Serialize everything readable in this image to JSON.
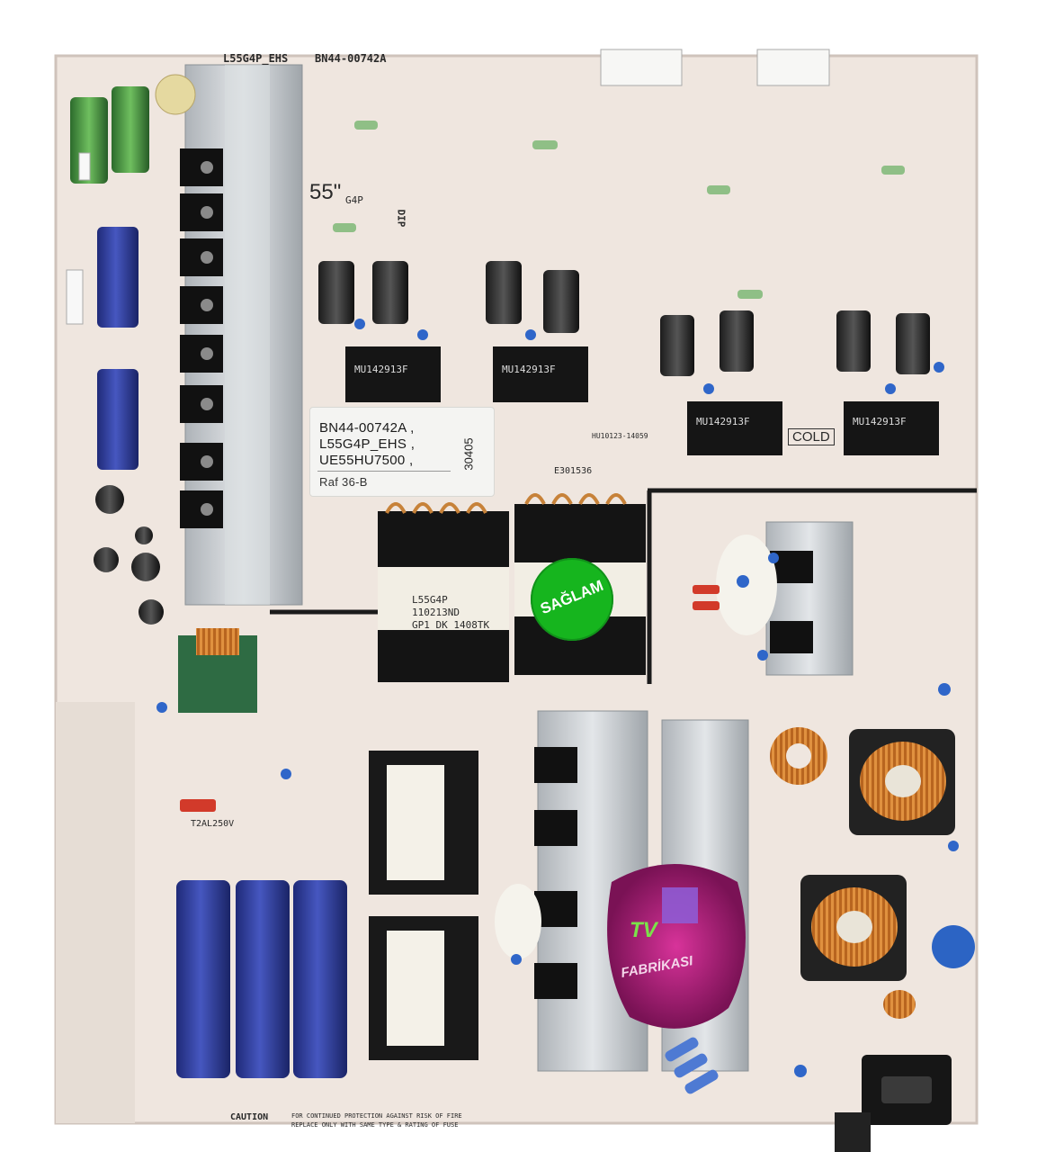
{
  "board": {
    "part_number": "BN44-00742A",
    "model_code": "L55G4P_EHS",
    "size_marking": "55\"",
    "size_suffix": "G4P",
    "cold_label": "COLD",
    "caution_title": "CAUTION",
    "caution_text_1": "FOR CONTINUED PROTECTION AGAINST RISK OF FIRE",
    "caution_text_2": "REPLACE ONLY WITH SAME TYPE & RATING OF FUSE",
    "fuse_rating": "T2AL250V",
    "cert_code": "E301536",
    "kc_code": "HU10123-14059",
    "dip_label": "DIP"
  },
  "sticker": {
    "line1": "BN44-00742A ,",
    "line2": "L55G4P_EHS ,",
    "line3": "UE55HU7500 ,",
    "shelf": "Raf  36-B",
    "number": "30405"
  },
  "transformer": {
    "line1": "L55G4P",
    "line2": "110213ND",
    "line3": "GP1 DK 1408TK"
  },
  "transformer_chips": [
    "MU142913F",
    "MU142913F",
    "MU142913F",
    "MU142913F"
  ],
  "stamp": {
    "text": "SAĞLAM"
  },
  "watermark": {
    "line1": "TV",
    "line2": "FABRİKASI"
  },
  "colors": {
    "pcb": "#efe6df",
    "pcb_edge": "#d9cfc8",
    "heatsink": "#c4c8cc",
    "capacitor_blue": "#2f3f9a",
    "capacitor_green": "#3e8f3e",
    "stamp_green": "#16b51e",
    "watermark_magenta": "#c42a86"
  }
}
